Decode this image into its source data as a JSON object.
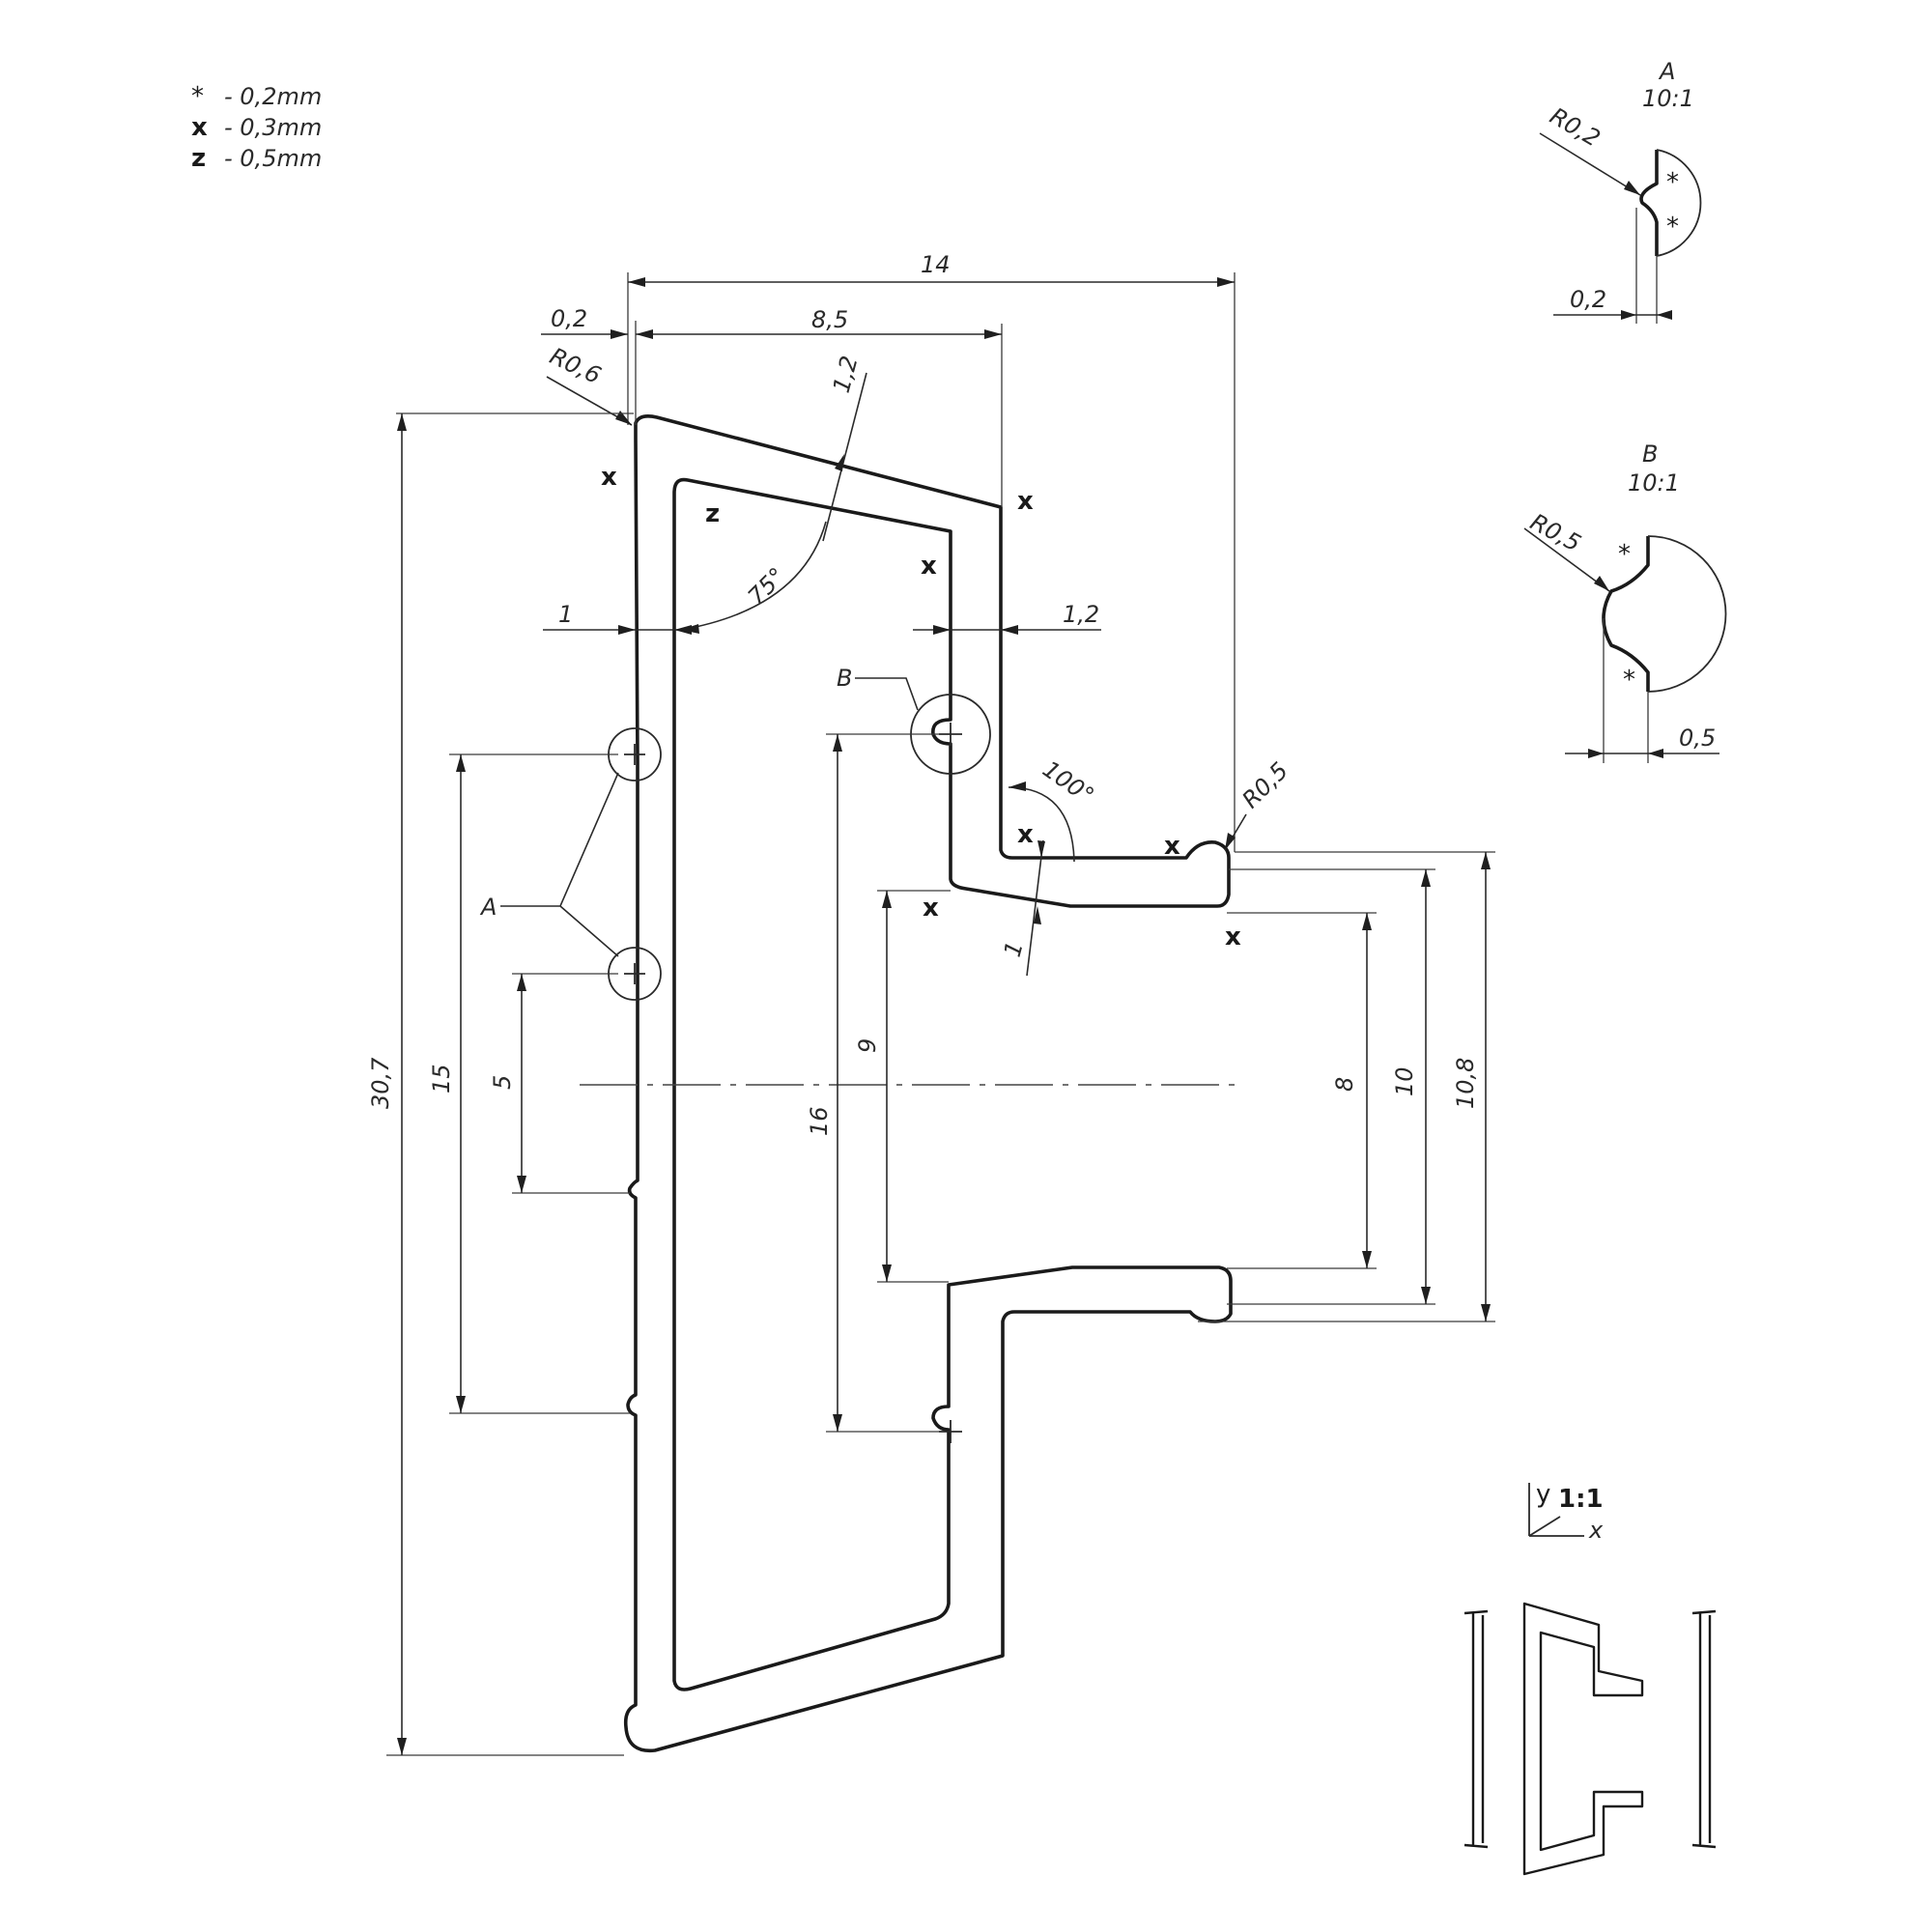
{
  "legend": [
    {
      "symbol": "*",
      "text": "- 0,2mm"
    },
    {
      "symbol": "x",
      "text": "- 0,3mm"
    },
    {
      "symbol": "z",
      "text": "- 0,5mm"
    }
  ],
  "detail_a": {
    "title": "A",
    "scale": "10:1",
    "radius": "R0,2",
    "dim": "0,2",
    "marks": [
      "*",
      "*"
    ]
  },
  "detail_b": {
    "title": "B",
    "scale": "10:1",
    "radius": "R0,5",
    "dim": "0,5",
    "marks": [
      "*",
      "*"
    ]
  },
  "dims": {
    "overall_width": "14",
    "top_width": "8,5",
    "offset": "0,2",
    "radius_top": "R0,6",
    "wall_top": "1,2",
    "wall_left": "1",
    "wall_right": "1,2",
    "angle_top": "75°",
    "angle_right": "100°",
    "radius_right": "R0,5",
    "wall_bottom": "1",
    "height_total": "30,7",
    "pitch_a": "15",
    "pitch_small": "5",
    "pitch_b": "16",
    "gap_inner": "9",
    "gap_8": "8",
    "gap_10": "10",
    "gap_108": "10,8"
  },
  "labels": {
    "detail_a_ref": "A",
    "detail_b_ref": "B"
  },
  "wall_marks": {
    "x": "x",
    "z": "z"
  },
  "axis": {
    "y": "y",
    "x": "x",
    "scale": "1:1"
  }
}
